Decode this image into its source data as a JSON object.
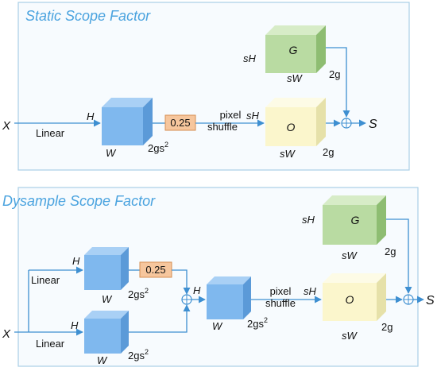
{
  "panels": [
    {
      "title": "Static Scope Factor",
      "input": "X",
      "linear": "Linear",
      "feat": {
        "h": "H",
        "w": "W",
        "c": "2gs",
        "c_sup": "2"
      },
      "scale": "0.25",
      "pixel_shuffle": [
        "pixel",
        "shuffle"
      ],
      "g_block": {
        "label": "G",
        "h": "sH",
        "w": "sW",
        "c": "2g"
      },
      "o_block": {
        "label": "O",
        "h": "sH",
        "w": "sW",
        "c": "2g"
      },
      "output": "S"
    },
    {
      "title": "Dysample Scope Factor",
      "input": "X",
      "linear_top": "Linear",
      "linear_bottom": "Linear",
      "feat_top": {
        "h": "H",
        "w": "W",
        "c": "2gs",
        "c_sup": "2"
      },
      "feat_bottom": {
        "h": "H",
        "w": "W",
        "c": "2gs",
        "c_sup": "2"
      },
      "scale": "0.25",
      "feat_mid": {
        "h": "H",
        "w": "W",
        "c": "2gs",
        "c_sup": "2"
      },
      "pixel_shuffle": [
        "pixel",
        "shuffle"
      ],
      "g_block": {
        "label": "G",
        "h": "sH",
        "w": "sW",
        "c": "2g"
      },
      "o_block": {
        "label": "O",
        "h": "sH",
        "w": "sW",
        "c": "2g"
      },
      "output": "S"
    }
  ],
  "colors": {
    "panel_border": "#a9cfe6",
    "panel_fill": "#f7fbfe",
    "title": "#4aa3df",
    "line": "#3e8fd1",
    "blue_front": "#7fb8ee",
    "blue_top": "#a9d0f5",
    "blue_side": "#5b9ad8",
    "green_front": "#b9dba2",
    "green_top": "#d7ecc7",
    "green_side": "#8ebd72",
    "yellow_front": "#fbf6cc",
    "yellow_top": "#fdfbe6",
    "yellow_side": "#e6e1a9",
    "orange": "#f6c69d",
    "orange_border": "#d68f52"
  }
}
